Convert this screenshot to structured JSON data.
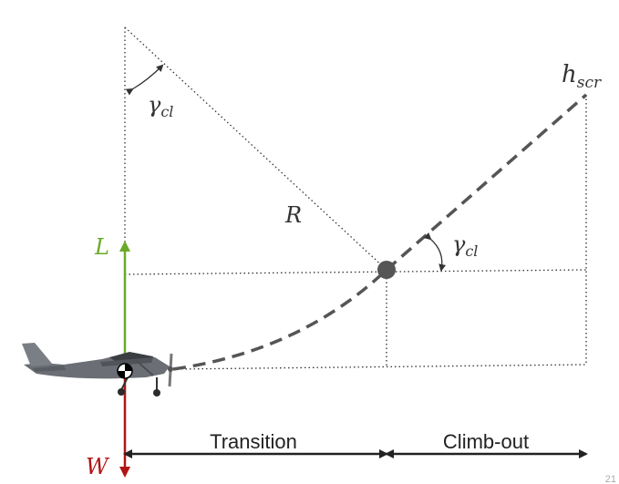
{
  "labels": {
    "gamma_top": "γ",
    "gamma_top_sub": "cl",
    "gamma_right": "γ",
    "gamma_right_sub": "cl",
    "radius": "R",
    "h_scr": "h",
    "h_scr_sub": "scr",
    "lift": "L",
    "weight": "W",
    "transition": "Transition",
    "climb_out": "Climb-out",
    "page_number": "21"
  },
  "colors": {
    "lift_arrow": "#6aaa2a",
    "weight_arrow": "#b01414",
    "lines": "#333333",
    "path": "#555555",
    "dimension_arrows": "#222222"
  },
  "icons": {
    "aircraft": "single-engine-propeller-airplane-icon",
    "center_of_gravity": "cg-marker-icon"
  }
}
